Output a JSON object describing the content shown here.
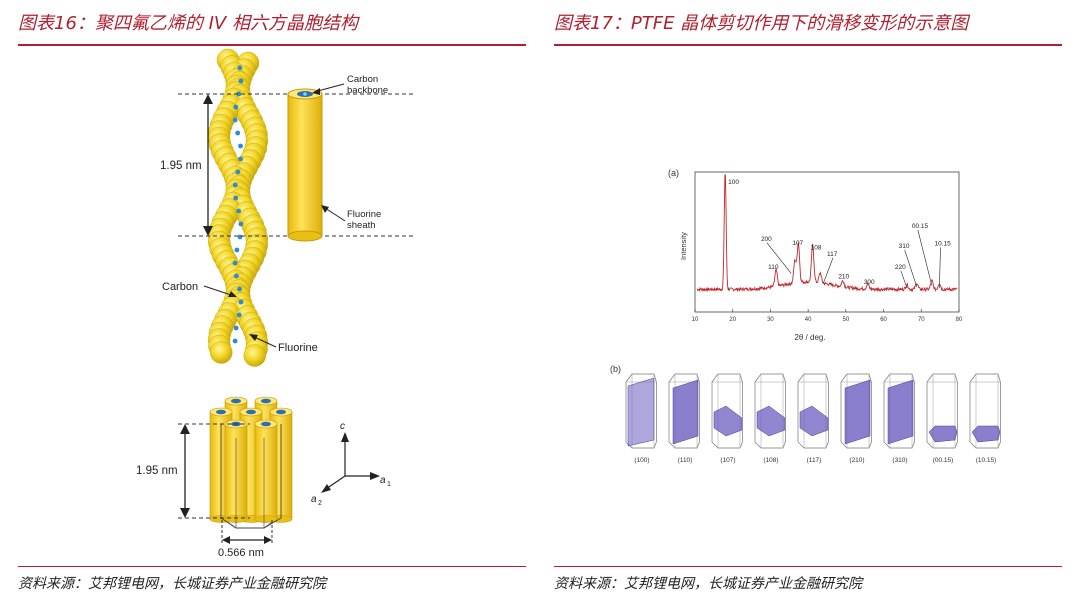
{
  "left": {
    "title": "图表16：聚四氟乙烯的 IV 相六方晶胞结构",
    "source": "资料来源：艾邦锂电网，长城证券产业金融研究院",
    "labels": {
      "carbon_backbone_1": "Carbon",
      "carbon_backbone_2": "backbone",
      "fluorine_sheath_1": "Fluorine",
      "fluorine_sheath_2": "sheath",
      "pitch": "1.95 nm",
      "carbon": "Carbon",
      "fluorine": "Fluorine",
      "cell_height": "1.95 nm",
      "cell_width": "0.566 nm",
      "axis_c": "c",
      "axis_a1": "a",
      "axis_a1_sub": "1",
      "axis_a2": "a",
      "axis_a2_sub": "2"
    }
  },
  "right": {
    "title": "图表17：PTFE 晶体剪切作用下的滑移变形的示意图",
    "source": "资料来源：艾邦锂电网，长城证券产业金融研究院",
    "panel_a": "(a)",
    "panel_b": "(b)",
    "colors": {
      "xrd_line": "#c0282e",
      "crystal_fill": "#6b5fc0"
    },
    "chart_data": {
      "type": "line",
      "xlabel": "2θ / deg.",
      "ylabel": "Intensity",
      "xlim": [
        10,
        80
      ],
      "xticks": [
        "10",
        "20",
        "30",
        "40",
        "50",
        "60",
        "70",
        "80"
      ],
      "peaks": [
        {
          "label": "100",
          "x": 18.0,
          "y": 0.95
        },
        {
          "label": "110",
          "x": 31.5,
          "y": 0.13
        },
        {
          "label": "200",
          "x": 36.5,
          "y": 0.18
        },
        {
          "label": "107",
          "x": 37.4,
          "y": 0.32
        },
        {
          "label": "108",
          "x": 41.2,
          "y": 0.3
        },
        {
          "label": "117",
          "x": 43.2,
          "y": 0.08
        },
        {
          "label": "210",
          "x": 49.2,
          "y": 0.05
        },
        {
          "label": "300",
          "x": 55.8,
          "y": 0.04
        },
        {
          "label": "220",
          "x": 66.2,
          "y": 0.04
        },
        {
          "label": "310",
          "x": 68.8,
          "y": 0.05
        },
        {
          "label": "00.15",
          "x": 72.8,
          "y": 0.07
        },
        {
          "label": "10.15",
          "x": 74.8,
          "y": 0.05
        }
      ]
    },
    "crystals": [
      {
        "label": "(100)",
        "mode": "diag"
      },
      {
        "label": "(110)",
        "mode": "full"
      },
      {
        "label": "(107)",
        "mode": "low"
      },
      {
        "label": "(108)",
        "mode": "low"
      },
      {
        "label": "(117)",
        "mode": "low"
      },
      {
        "label": "(210)",
        "mode": "full"
      },
      {
        "label": "(310)",
        "mode": "full"
      },
      {
        "label": "(00.15)",
        "mode": "bottom"
      },
      {
        "label": "(10.15)",
        "mode": "bottom"
      }
    ]
  }
}
